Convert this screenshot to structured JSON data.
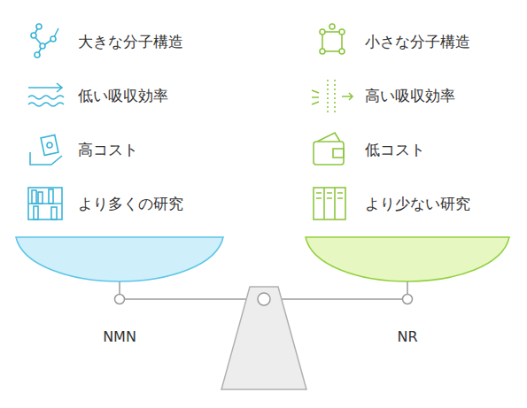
{
  "diagram": {
    "labels": [
      "大きな分子構造",
      "低い吸収効率",
      "高コスト",
      "より多くの研究",
      "小さな分子構造",
      "高い吸収効率",
      "低コスト",
      "より少ない研究",
      "NMN",
      "NR"
    ]
  }
}
